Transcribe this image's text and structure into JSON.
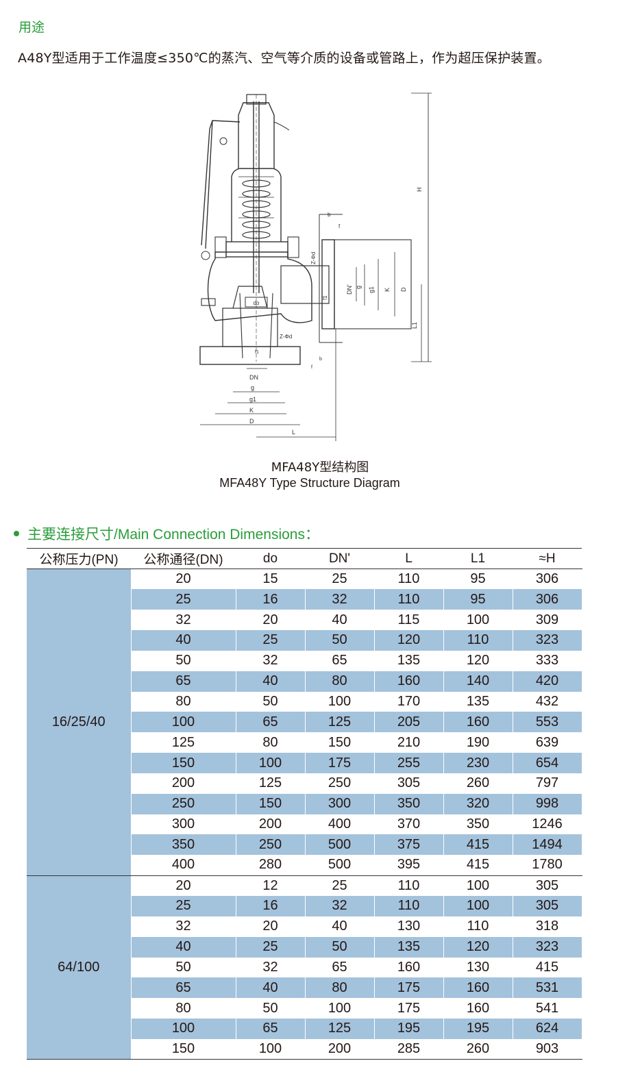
{
  "usage": {
    "title": "用途",
    "text": "A48Y型适用于工作温度≤350℃的蒸汽、空气等介质的设备或管路上，作为超压保护装置。"
  },
  "diagram": {
    "labels": {
      "H": "H",
      "L1": "L1",
      "D": "D",
      "K": "K",
      "g1": "g1",
      "g": "g",
      "DN_prime": "DN'",
      "f1": "f1",
      "b": "b",
      "f": "f",
      "Z_d": "Z-Φd",
      "do": "do",
      "DN": "DN",
      "L": "L"
    },
    "caption_cn": "MFA48Y型结构图",
    "caption_en": "MFA48Y Type Structure Diagram"
  },
  "section": {
    "title": "主要连接尺寸/Main Connection Dimensions："
  },
  "table": {
    "headers": [
      "公称压力(PN)",
      "公称通径(DN)",
      "do",
      "DN'",
      "L",
      "L1",
      "≈H"
    ],
    "groups": [
      {
        "pn": "16/25/40",
        "rows": [
          [
            "20",
            "15",
            "25",
            "110",
            "95",
            "306"
          ],
          [
            "25",
            "16",
            "32",
            "110",
            "95",
            "306"
          ],
          [
            "32",
            "20",
            "40",
            "115",
            "100",
            "309"
          ],
          [
            "40",
            "25",
            "50",
            "120",
            "110",
            "323"
          ],
          [
            "50",
            "32",
            "65",
            "135",
            "120",
            "333"
          ],
          [
            "65",
            "40",
            "80",
            "160",
            "140",
            "420"
          ],
          [
            "80",
            "50",
            "100",
            "170",
            "135",
            "432"
          ],
          [
            "100",
            "65",
            "125",
            "205",
            "160",
            "553"
          ],
          [
            "125",
            "80",
            "150",
            "210",
            "190",
            "639"
          ],
          [
            "150",
            "100",
            "175",
            "255",
            "230",
            "654"
          ],
          [
            "200",
            "125",
            "250",
            "305",
            "260",
            "797"
          ],
          [
            "250",
            "150",
            "300",
            "350",
            "320",
            "998"
          ],
          [
            "300",
            "200",
            "400",
            "370",
            "350",
            "1246"
          ],
          [
            "350",
            "250",
            "500",
            "375",
            "415",
            "1494"
          ],
          [
            "400",
            "280",
            "500",
            "395",
            "415",
            "1780"
          ]
        ]
      },
      {
        "pn": "64/100",
        "rows": [
          [
            "20",
            "12",
            "25",
            "110",
            "100",
            "305"
          ],
          [
            "25",
            "16",
            "32",
            "110",
            "100",
            "305"
          ],
          [
            "32",
            "20",
            "40",
            "130",
            "110",
            "318"
          ],
          [
            "40",
            "25",
            "50",
            "135",
            "120",
            "323"
          ],
          [
            "50",
            "32",
            "65",
            "160",
            "130",
            "415"
          ],
          [
            "65",
            "40",
            "80",
            "175",
            "160",
            "531"
          ],
          [
            "80",
            "50",
            "100",
            "175",
            "160",
            "541"
          ],
          [
            "100",
            "65",
            "125",
            "195",
            "195",
            "624"
          ],
          [
            "150",
            "100",
            "200",
            "285",
            "260",
            "903"
          ]
        ]
      }
    ]
  }
}
